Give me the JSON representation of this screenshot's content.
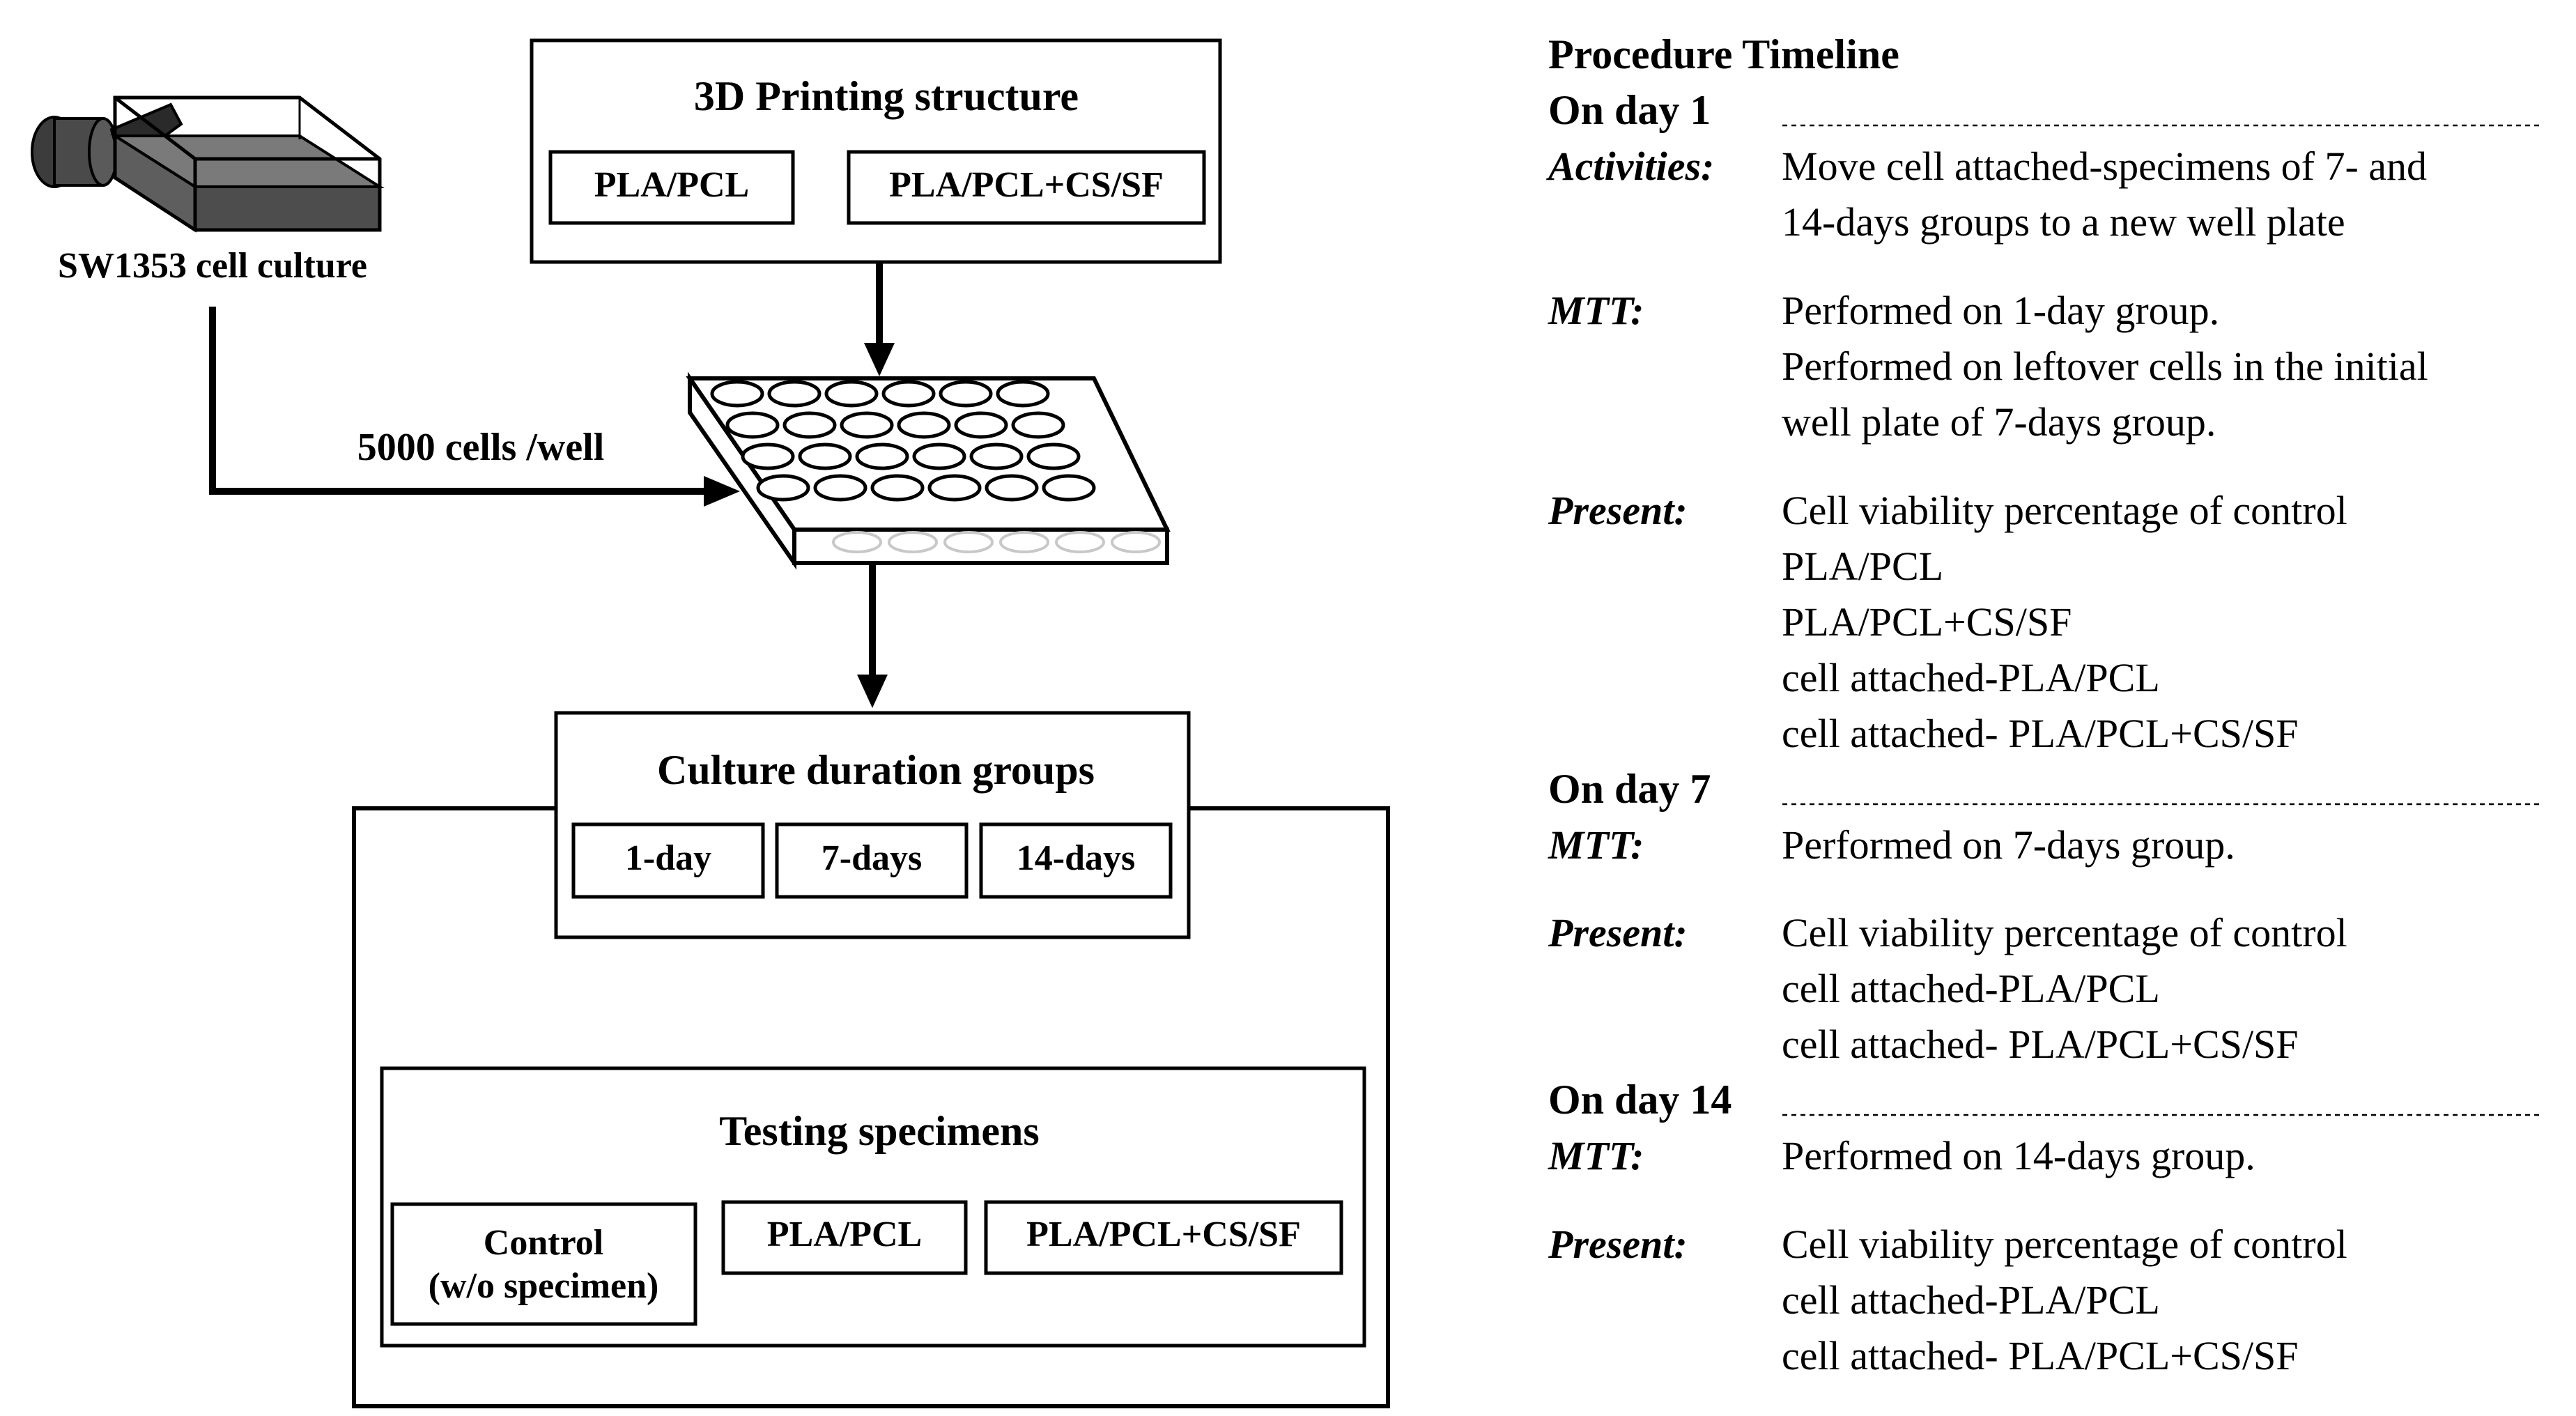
{
  "flow": {
    "printing_title": "3D Printing structure",
    "printing_options": [
      "PLA/PCL",
      "PLA/PCL+CS/SF"
    ],
    "cell_culture_label": "SW1353 cell culture",
    "seeding_label": "5000 cells /well",
    "duration_title": "Culture duration groups",
    "duration_options": [
      "1-day",
      "7-days",
      "14-days"
    ],
    "testing_title": "Testing specimens",
    "testing_control_line1": "Control",
    "testing_control_line2": "(w/o specimen)",
    "testing_options": [
      "PLA/PCL",
      "PLA/PCL+CS/SF"
    ]
  },
  "timeline": {
    "title": "Procedure Timeline",
    "days": [
      {
        "label": "On day 1",
        "entries": [
          {
            "key": "Activities:",
            "lines": [
              "Move cell attached-specimens of 7- and",
              "14-days groups to a new well plate"
            ]
          },
          {
            "key": "MTT:",
            "lines": [
              "Performed on 1-day group.",
              "Performed on leftover cells in the initial",
              "well plate of 7-days group."
            ]
          },
          {
            "key": "Present:",
            "lines": [
              "Cell viability percentage of control",
              "PLA/PCL",
              "PLA/PCL+CS/SF",
              "cell attached-PLA/PCL",
              "cell attached- PLA/PCL+CS/SF"
            ]
          }
        ]
      },
      {
        "label": "On day 7",
        "entries": [
          {
            "key": "MTT:",
            "lines": [
              "Performed on 7-days group."
            ]
          },
          {
            "key": "Present:",
            "lines": [
              "Cell viability percentage of control",
              "cell attached-PLA/PCL",
              "cell attached- PLA/PCL+CS/SF"
            ]
          }
        ]
      },
      {
        "label": "On day 14",
        "entries": [
          {
            "key": "MTT:",
            "lines": [
              "Performed on 14-days group."
            ]
          },
          {
            "key": "Present:",
            "lines": [
              "Cell viability percentage of control",
              "cell attached-PLA/PCL",
              "cell attached- PLA/PCL+CS/SF"
            ]
          }
        ]
      }
    ]
  }
}
